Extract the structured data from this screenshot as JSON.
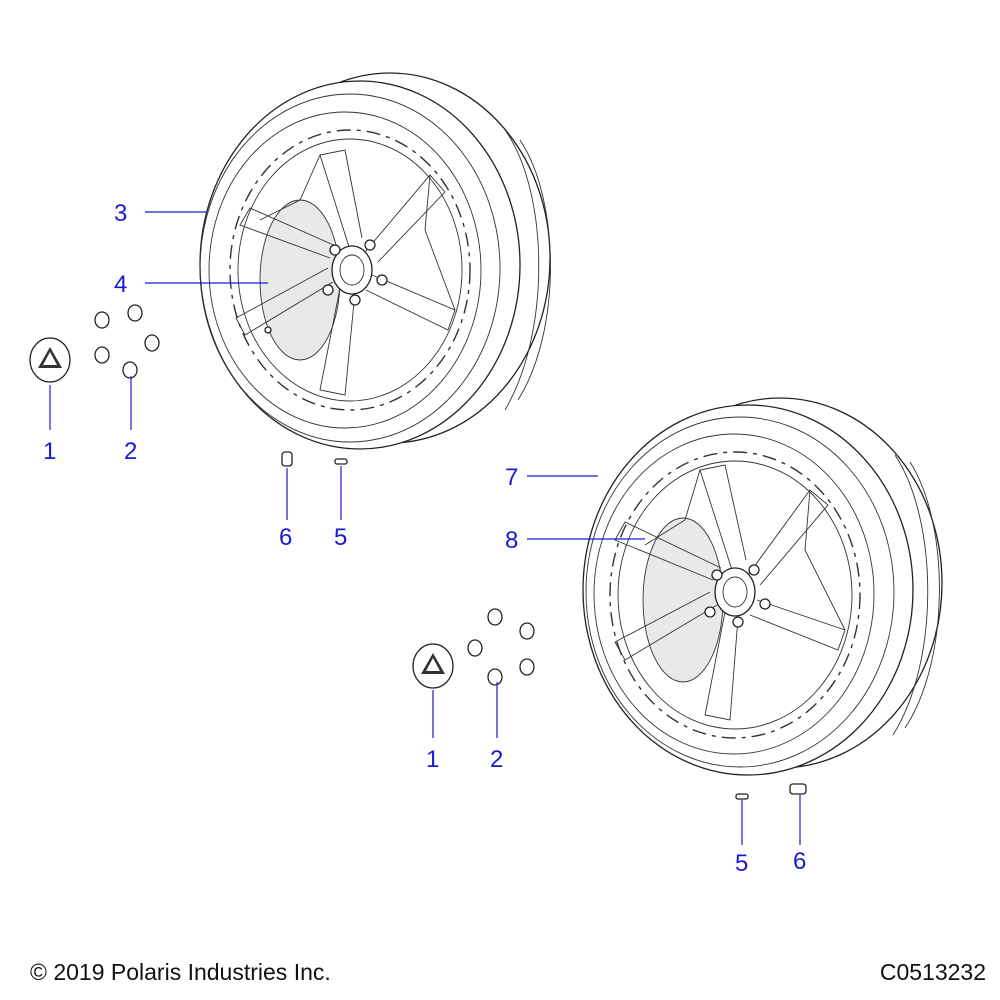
{
  "footer": {
    "copyright": "© 2019 Polaris Industries Inc.",
    "figure_code": "C0513232"
  },
  "callouts": {
    "top_left_1": "1",
    "top_left_2": "2",
    "top_tire": "3",
    "top_wheel": "4",
    "top_valve_5": "5",
    "top_valve_6": "6",
    "bottom_tire": "7",
    "bottom_wheel": "8",
    "bottom_1": "1",
    "bottom_2": "2",
    "bottom_5": "5",
    "bottom_6": "6"
  },
  "colors": {
    "callout": "#1a1ad6",
    "line": "#222222"
  }
}
